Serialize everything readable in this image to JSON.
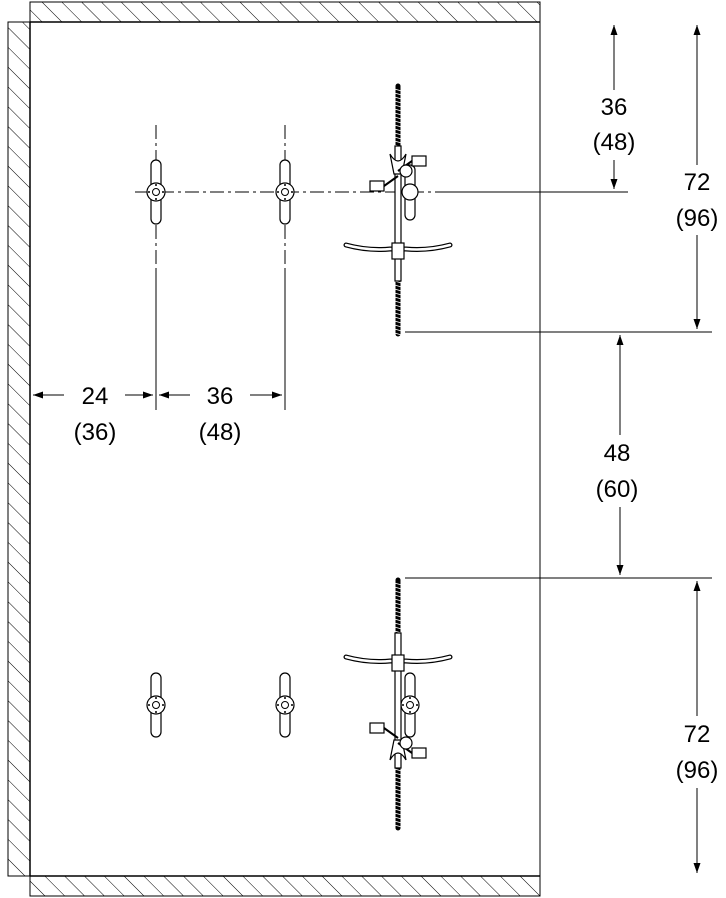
{
  "dimensions": {
    "top_spacing": {
      "value": "36",
      "alt": "(48)"
    },
    "top_total": {
      "value": "72",
      "alt": "(96)"
    },
    "gap": {
      "value": "48",
      "alt": "(60)"
    },
    "bottom_total": {
      "value": "72",
      "alt": "(96)"
    },
    "wall_offset": {
      "value": "24",
      "alt": "(36)"
    },
    "rack_spacing": {
      "value": "36",
      "alt": "(48)"
    }
  },
  "colors": {
    "line": "#000000",
    "hatch": "#000000",
    "background": "#ffffff"
  }
}
